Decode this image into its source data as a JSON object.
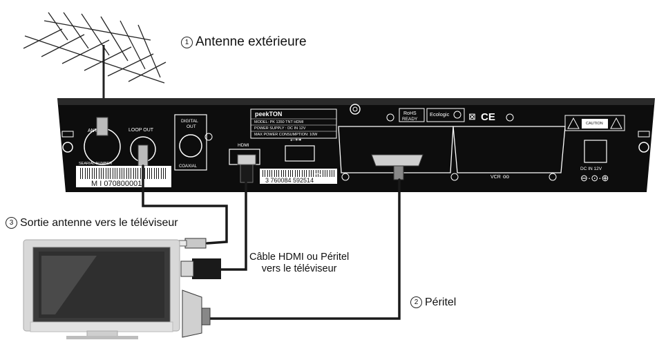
{
  "labels": {
    "antenna": {
      "num": "1",
      "text": "Antenne extérieure"
    },
    "antenna_out": {
      "num": "3",
      "text": "Sortie antenne vers le téléviseur"
    },
    "cable": {
      "line1": "Câble HDMI ou Péritel",
      "line2": "vers le téléviseur"
    },
    "peritel": {
      "num": "2",
      "text": "Péritel"
    }
  },
  "device": {
    "brand": "peekTON",
    "model": "MODEL: PK 1350 TNT HDMI",
    "power_supply": "POWER SUPPLY : DC IN 12V",
    "max_power": "MAX POWER CONSUMPTION: 10W",
    "ant_in": "ANT IN",
    "loop_out": "LOOP OUT",
    "digital_out_1": "DIGITAL",
    "digital_out_2": "OUT",
    "coaxial": "COAXIAL",
    "serial_number_label": "SEARIAL NUMBER",
    "serial": "M I 070800001",
    "hdmi": "HDMI",
    "barcode": "3 760084 592514",
    "rohs_1": "RoHS",
    "rohs_2": "READY",
    "ecologic": "Ecologic",
    "ce": "CE",
    "vcr": "VCR",
    "dc_in": "DC IN 12V",
    "caution": "CAUTION"
  },
  "colors": {
    "panel": "#0d0d0d",
    "cable": "#1a1a1a",
    "tv_frame": "#d4d4d4",
    "tv_screen": "#3a3a3a"
  }
}
